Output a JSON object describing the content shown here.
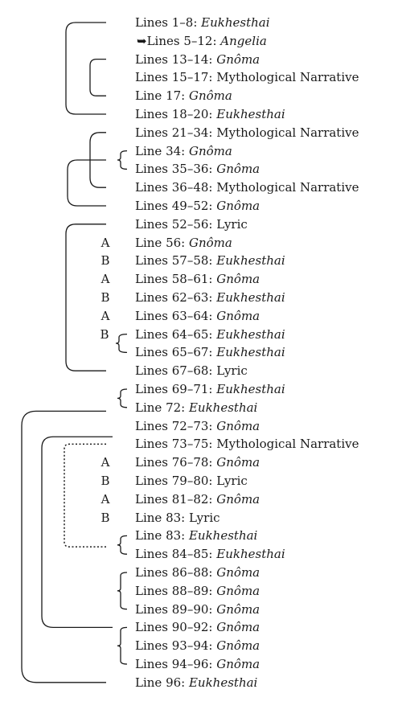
{
  "rows": [
    {
      "prefix": "Lines 1–8: ",
      "term": "Eukhesthai",
      "italic": true,
      "arrow": false
    },
    {
      "prefix": "Lines 5–12: ",
      "term": "Angelia",
      "italic": true,
      "arrow": true
    },
    {
      "prefix": "Lines 13–14: ",
      "term": "Gnôma",
      "italic": true,
      "arrow": false
    },
    {
      "prefix": "Lines 15–17: ",
      "term": "Mythological Narrative",
      "italic": false,
      "arrow": false
    },
    {
      "prefix": "Line 17: ",
      "term": "Gnôma",
      "italic": true,
      "arrow": false
    },
    {
      "prefix": "Lines 18–20: ",
      "term": "Eukhesthai",
      "italic": true,
      "arrow": false
    },
    {
      "prefix": "Lines 21–34: ",
      "term": "Mythological Narrative",
      "italic": false,
      "arrow": false
    },
    {
      "prefix": "Line 34: ",
      "term": "Gnôma",
      "italic": true,
      "arrow": false
    },
    {
      "prefix": "Lines 35–36: ",
      "term": "Gnôma",
      "italic": true,
      "arrow": false
    },
    {
      "prefix": "Lines 36–48: ",
      "term": "Mythological Narrative",
      "italic": false,
      "arrow": false
    },
    {
      "prefix": "Lines 49–52: ",
      "term": "Gnôma",
      "italic": true,
      "arrow": false
    },
    {
      "prefix": "Lines 52–56: ",
      "term": "Lyric",
      "italic": false,
      "arrow": false
    },
    {
      "prefix": "Line 56: ",
      "term": "Gnôma",
      "italic": true,
      "arrow": false
    },
    {
      "prefix": "Lines 57–58: ",
      "term": "Eukhesthai",
      "italic": true,
      "arrow": false
    },
    {
      "prefix": "Lines 58–61: ",
      "term": "Gnôma",
      "italic": true,
      "arrow": false
    },
    {
      "prefix": "Lines 62–63: ",
      "term": "Eukhesthai",
      "italic": true,
      "arrow": false
    },
    {
      "prefix": "Lines 63–64: ",
      "term": "Gnôma",
      "italic": true,
      "arrow": false
    },
    {
      "prefix": "Lines 64–65: ",
      "term": "Eukhesthai",
      "italic": true,
      "arrow": false
    },
    {
      "prefix": "Lines 65–67: ",
      "term": "Eukhesthai",
      "italic": true,
      "arrow": false
    },
    {
      "prefix": "Lines 67–68: ",
      "term": "Lyric",
      "italic": false,
      "arrow": false
    },
    {
      "prefix": "Lines 69–71: ",
      "term": "Eukhesthai",
      "italic": true,
      "arrow": false
    },
    {
      "prefix": "Line 72: ",
      "term": "Eukhesthai",
      "italic": true,
      "arrow": false
    },
    {
      "prefix": "Lines 72–73: ",
      "term": "Gnôma",
      "italic": true,
      "arrow": false
    },
    {
      "prefix": "Lines 73–75: ",
      "term": "Mythological Narrative",
      "italic": false,
      "arrow": false
    },
    {
      "prefix": "Lines 76–78: ",
      "term": "Gnôma",
      "italic": true,
      "arrow": false
    },
    {
      "prefix": "Lines 79–80: ",
      "term": "Lyric",
      "italic": false,
      "arrow": false
    },
    {
      "prefix": "Lines 81–82: ",
      "term": "Gnôma",
      "italic": true,
      "arrow": false
    },
    {
      "prefix": "Line 83: ",
      "term": "Lyric",
      "italic": false,
      "arrow": false
    },
    {
      "prefix": "Line 83: ",
      "term": "Eukhesthai",
      "italic": true,
      "arrow": false
    },
    {
      "prefix": "Lines 84–85: ",
      "term": "Eukhesthai",
      "italic": true,
      "arrow": false
    },
    {
      "prefix": "Lines 86–88: ",
      "term": "Gnôma",
      "italic": true,
      "arrow": false
    },
    {
      "prefix": "Lines 88–89: ",
      "term": "Gnôma",
      "italic": true,
      "arrow": false
    },
    {
      "prefix": "Lines 89–90: ",
      "term": "Gnôma",
      "italic": true,
      "arrow": false
    },
    {
      "prefix": "Lines 90–92: ",
      "term": "Gnôma",
      "italic": true,
      "arrow": false
    },
    {
      "prefix": "Lines 93–94: ",
      "term": "Gnôma",
      "italic": true,
      "arrow": false
    },
    {
      "prefix": "Lines 94–96: ",
      "term": "Gnôma",
      "italic": true,
      "arrow": false
    },
    {
      "prefix": "Line 96: ",
      "term": "Eukhesthai",
      "italic": true,
      "arrow": false
    }
  ],
  "letters": [
    {
      "row": 12,
      "text": "A"
    },
    {
      "row": 13,
      "text": "B"
    },
    {
      "row": 14,
      "text": "A"
    },
    {
      "row": 15,
      "text": "B"
    },
    {
      "row": 16,
      "text": "A"
    },
    {
      "row": 17,
      "text": "B",
      "brace": true
    },
    {
      "row": 24,
      "text": "A"
    },
    {
      "row": 25,
      "text": "B"
    },
    {
      "row": 26,
      "text": "A"
    },
    {
      "row": 27,
      "text": "B"
    }
  ],
  "arrow_glyph": "➥",
  "line_color": "#1a1a1a"
}
